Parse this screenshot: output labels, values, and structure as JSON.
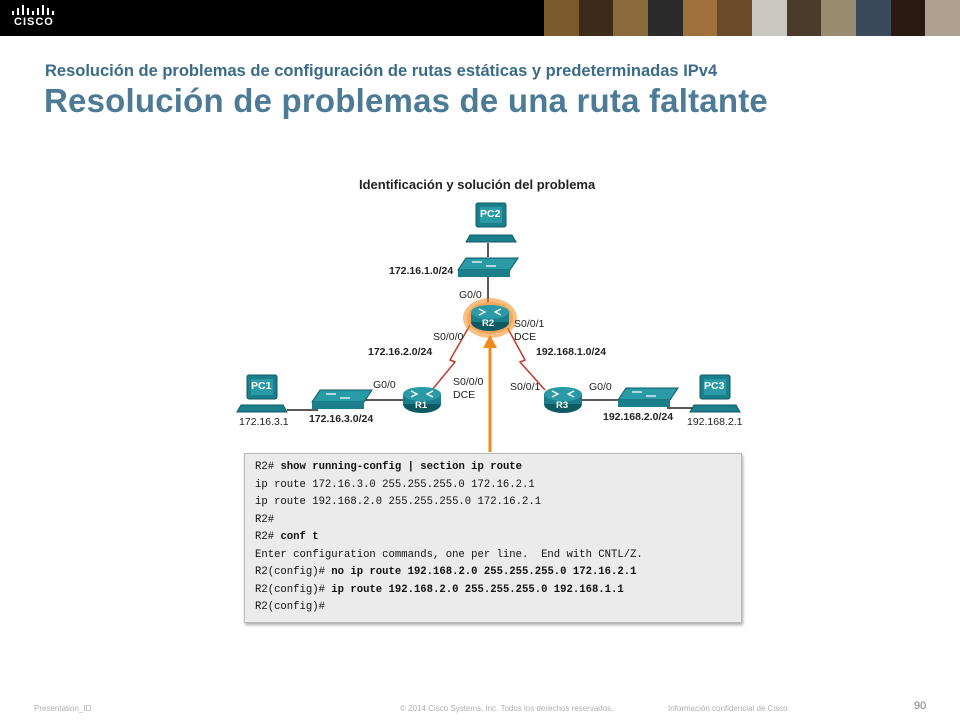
{
  "header": {
    "logo_text": "CISCO",
    "subtitle": "Resolución de problemas de configuración de rutas estáticas y predeterminadas IPv4",
    "title": "Resolución de problemas de una ruta faltante"
  },
  "diagram": {
    "title": "Identificación y solución del problema",
    "devices": {
      "pc2": "PC2",
      "pc1": "PC1",
      "pc3": "PC3",
      "r1": "R1",
      "r2": "R2",
      "r3": "R3"
    },
    "networks": {
      "net_top": "172.16.1.0/24",
      "net_left_wan": "172.16.2.0/24",
      "net_right_wan": "192.168.1.0/24",
      "net_left_lan": "172.16.3.0/24",
      "net_right_lan": "192.168.2.0/24"
    },
    "hosts": {
      "pc1_ip": "172.16.3.1",
      "pc3_ip": "192.168.2.1"
    },
    "interfaces": {
      "r2_g00": "G0/0",
      "r2_s000": "S0/0/0",
      "r2_s001": "S0/0/1",
      "r2_dce": "DCE",
      "r1_g00": "G0/0",
      "r1_s000": "S0/0/0",
      "r1_dce": "DCE",
      "r3_s001": "S0/0/1",
      "r3_g00": "G0/0"
    },
    "colors": {
      "router": "#1a7f8a",
      "highlight": "#f08a1c",
      "serial": "#c0392b"
    }
  },
  "terminal": {
    "lines": [
      {
        "prompt": "R2# ",
        "cmd": "show running-config | section ip route",
        "text": ""
      },
      {
        "prompt": "",
        "cmd": "",
        "text": "ip route 172.16.3.0 255.255.255.0 172.16.2.1"
      },
      {
        "prompt": "",
        "cmd": "",
        "text": "ip route 192.168.2.0 255.255.255.0 172.16.2.1"
      },
      {
        "prompt": "R2#",
        "cmd": "",
        "text": ""
      },
      {
        "prompt": "R2# ",
        "cmd": "conf t",
        "text": ""
      },
      {
        "prompt": "",
        "cmd": "",
        "text": "Enter configuration commands, one per line.  End with CNTL/Z."
      },
      {
        "prompt": "R2(config)# ",
        "cmd": "no ip route 192.168.2.0 255.255.255.0 172.16.2.1",
        "text": ""
      },
      {
        "prompt": "R2(config)# ",
        "cmd": "ip route 192.168.2.0 255.255.255.0 192.168.1.1",
        "text": ""
      },
      {
        "prompt": "R2(config)#",
        "cmd": "",
        "text": ""
      }
    ]
  },
  "footer": {
    "presentation": "Presentation_ID",
    "copyright": "© 2014 Cisco Systems, Inc. Todos los derechos reservados.",
    "confidential": "Información confidencial de Cisco",
    "page": "90"
  }
}
